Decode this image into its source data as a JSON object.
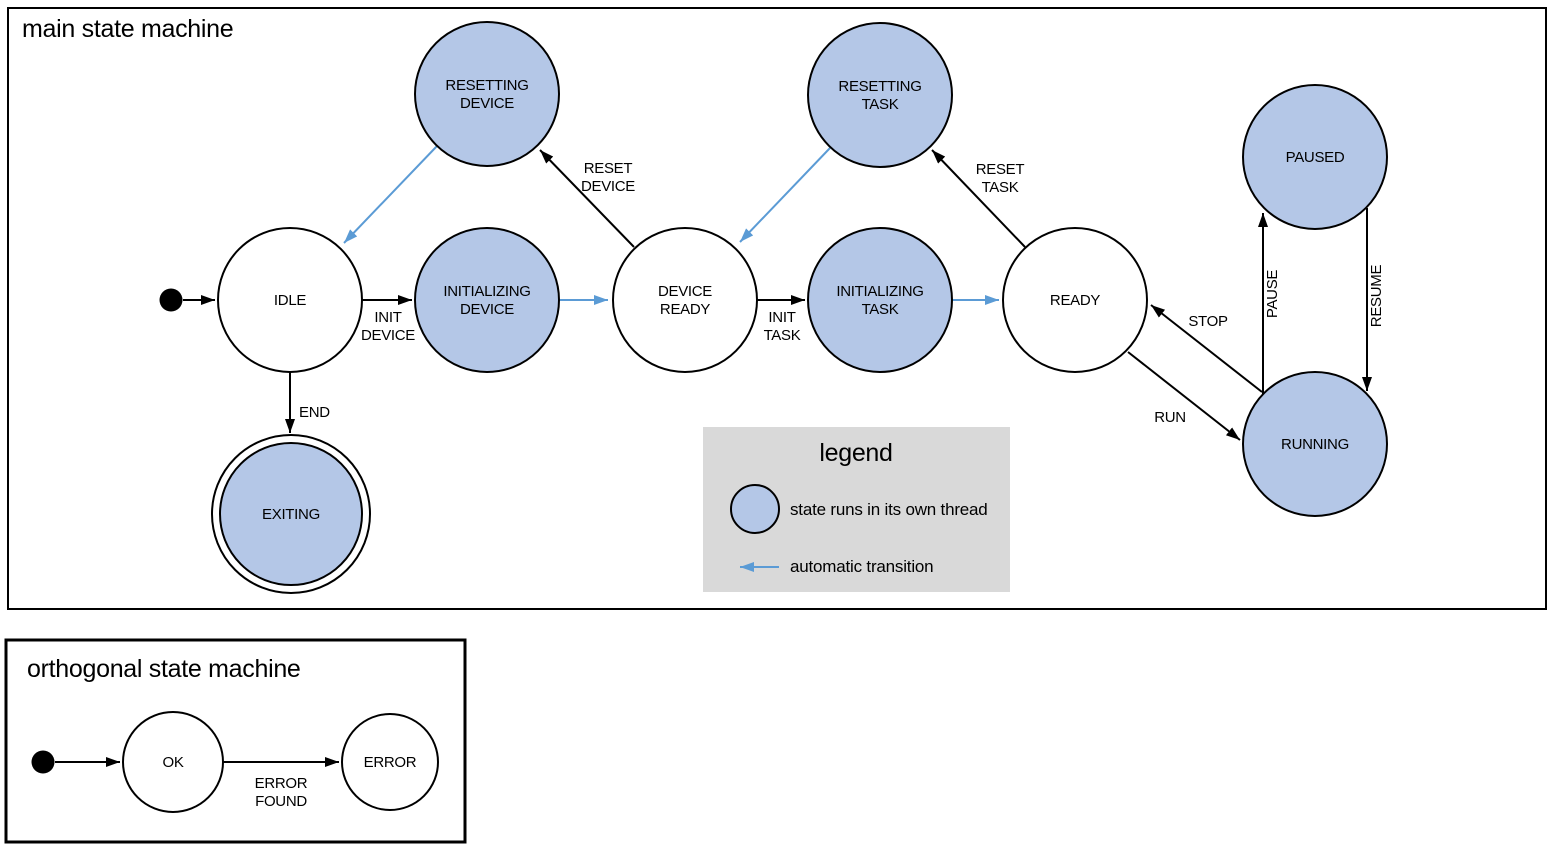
{
  "main": {
    "title": "main state machine",
    "states": {
      "idle": "IDLE",
      "resetting_device": {
        "l1": "RESETTING",
        "l2": "DEVICE"
      },
      "initializing_device": {
        "l1": "INITIALIZING",
        "l2": "DEVICE"
      },
      "device_ready": {
        "l1": "DEVICE",
        "l2": "READY"
      },
      "resetting_task": {
        "l1": "RESETTING",
        "l2": "TASK"
      },
      "initializing_task": {
        "l1": "INITIALIZING",
        "l2": "TASK"
      },
      "ready": "READY",
      "paused": "PAUSED",
      "running": "RUNNING",
      "exiting": "EXITING"
    },
    "transitions": {
      "init_device": {
        "l1": "INIT",
        "l2": "DEVICE"
      },
      "init_task": {
        "l1": "INIT",
        "l2": "TASK"
      },
      "reset_device": {
        "l1": "RESET",
        "l2": "DEVICE"
      },
      "reset_task": {
        "l1": "RESET",
        "l2": "TASK"
      },
      "end": "END",
      "run": "RUN",
      "stop": "STOP",
      "pause": "PAUSE",
      "resume": "RESUME"
    }
  },
  "legend": {
    "title": "legend",
    "thread_label": "state runs in its own thread",
    "auto_label": "automatic transition"
  },
  "orthogonal": {
    "title": "orthogonal state machine",
    "states": {
      "ok": "OK",
      "error": "ERROR"
    },
    "transitions": {
      "error_found": {
        "l1": "ERROR",
        "l2": "FOUND"
      }
    }
  },
  "colors": {
    "thread_fill": "#b4c7e7",
    "auto_arrow": "#5b9bd5",
    "legend_bg": "#d9d9d9",
    "stroke": "#000000"
  }
}
